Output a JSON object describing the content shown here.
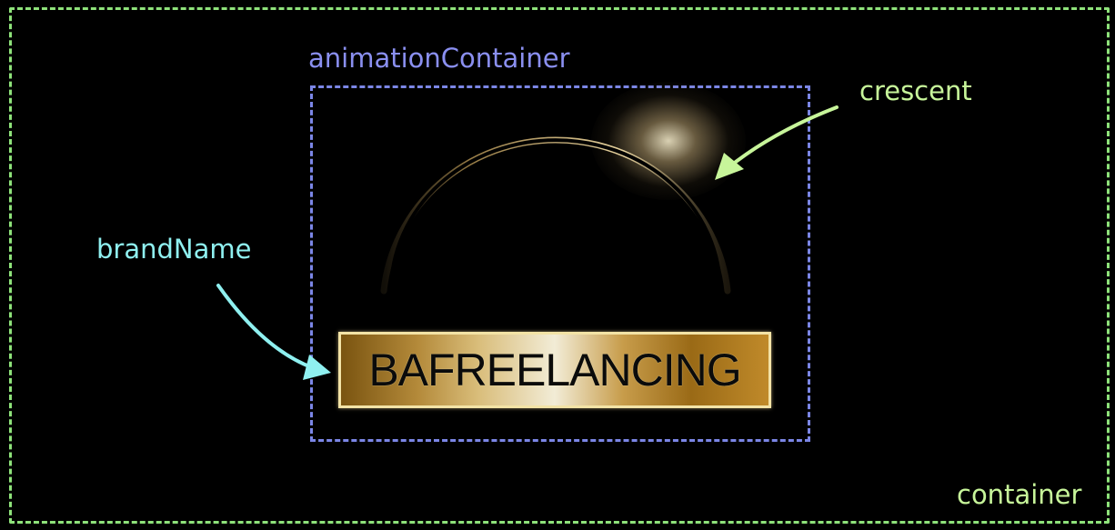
{
  "labels": {
    "container": "container",
    "animation_container": "animationContainer",
    "crescent": "crescent",
    "brand_name": "brandName"
  },
  "brand": {
    "text": "BAFREELANCING"
  },
  "colors": {
    "background": "#000000",
    "container_border": "#8ee27a",
    "animation_container_border": "#7b86e6",
    "crescent_label": "#c7f59a",
    "brand_label": "#8ff0f0",
    "gold": "#c79c4a"
  }
}
